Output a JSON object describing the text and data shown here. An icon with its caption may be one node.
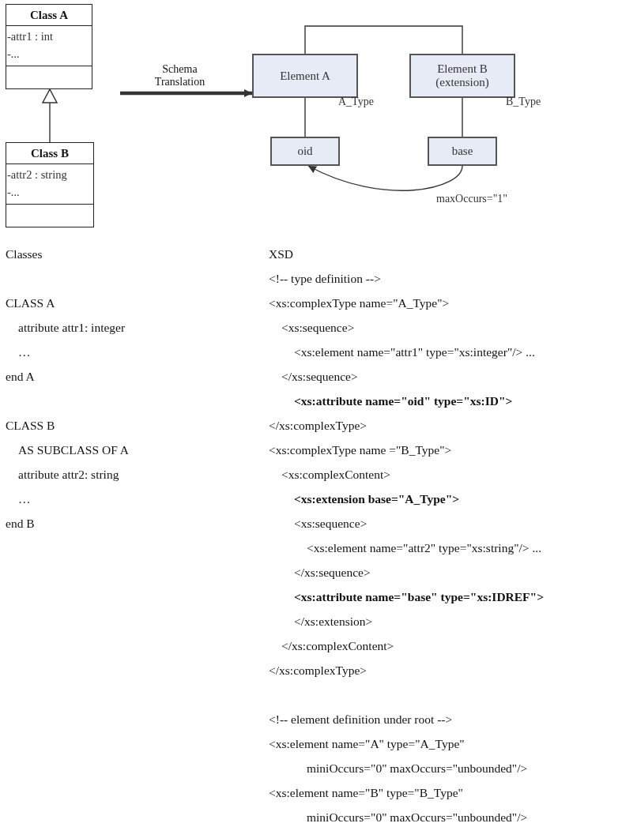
{
  "diagram": {
    "nodes": [
      {
        "text": [
          "Class A",
          "-attr1 : int",
          "-..."
        ]
      },
      {
        "text": [
          "Class B",
          "-attr2 : string",
          "-..."
        ]
      },
      {
        "text": [
          "Element A"
        ],
        "beside": [
          "A_Type"
        ]
      },
      {
        "text": [
          "Element B (extension)"
        ],
        "beside": [
          "B_Type"
        ]
      },
      {
        "text": [
          "oid"
        ]
      },
      {
        "text": [
          "base"
        ]
      }
    ],
    "edges": [
      {
        "from": 1,
        "to": 0,
        "arrow": "to"
      },
      {
        "from": null,
        "to": 2,
        "arrow": "to",
        "label": "Schema Translation",
        "style": "thick"
      },
      {
        "from": 2,
        "to": 3,
        "arrow": "none"
      },
      {
        "from": 2,
        "to": 4,
        "arrow": "none"
      },
      {
        "from": 3,
        "to": 5,
        "arrow": "none"
      },
      {
        "from": 5,
        "to": 4,
        "arrow": "to",
        "label": "maxOccurs=\"1\""
      }
    ],
    "labels": [
      "Classes",
      "CLASS A",
      "attribute attr1: integer",
      "…",
      "end A",
      "CLASS B",
      "AS SUBCLASS OF A",
      "attribute attr2: string",
      "…",
      "end B",
      "XSD",
      "<!-- type definition -->",
      "<xs:complexType name=\"A_Type\">",
      "<xs:sequence>",
      "<xs:element name=\"attr1\" type=\"xs:integer\"/> ...",
      "</xs:sequence>",
      "<xs:attribute name=\"oid\" type=\"xs:ID\">",
      "</xs:complexType>",
      "<xs:complexType name =\"B_Type\">",
      "<xs:complexContent>",
      "<xs:extension base=\"A_Type\">",
      "<xs:sequence>",
      "<xs:element name=\"attr2\" type=\"xs:string\"/> ...",
      "</xs:sequence>",
      "<xs:attribute name=\"base\" type=\"xs:IDREF\">",
      "</xs:extension>",
      "</xs:complexContent>",
      "</xs:complexType>",
      "<!-- element definition under root -->",
      "<xs:element name=\"A\" type=\"A_Type\"",
      "miniOccurs=\"0\" maxOccurs=\"unbounded\"/>",
      "<xs:element name=\"B\" type=\"B_Type\"",
      "miniOccurs=\"0\" maxOccurs=\"unbounded\"/>"
    ]
  }
}
